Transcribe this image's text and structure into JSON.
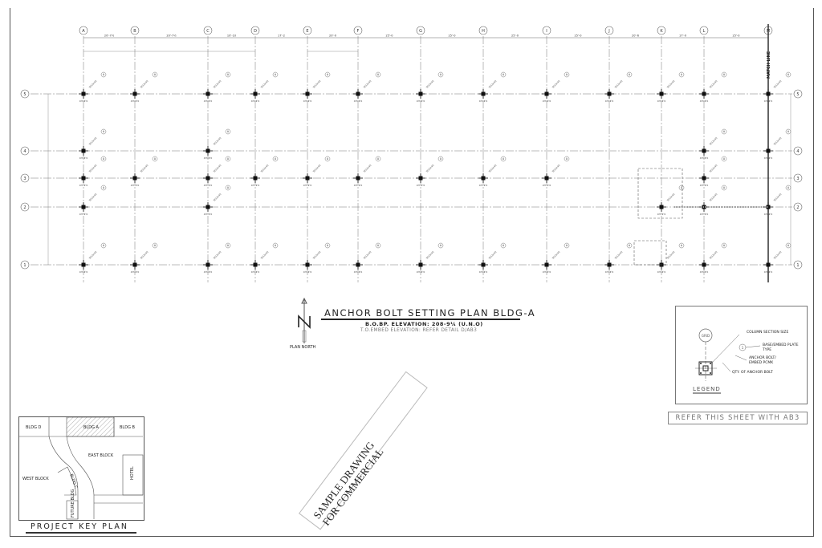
{
  "drawing": {
    "title": "ANCHOR BOLT SETTING PLAN BLDG-A",
    "bop_elevation": "B.O.BP. ELEVATION: 208-9¼ (U.N.O)",
    "embed_elevation": "T.O.EMBED ELEVATION: REFER DETAIL D/AB3",
    "north_label": "PLAN NORTH",
    "north_letter": "N",
    "match_line": "MATCH LINE",
    "refer_note": "REFER THIS SHEET WITH AB3",
    "watermark": [
      "SAMPLE DRAWING",
      "FOR COMMERCIAL"
    ]
  },
  "grid": {
    "columns": [
      "A",
      "B",
      "C",
      "D",
      "E",
      "F",
      "G",
      "H",
      "I",
      "J",
      "K",
      "L",
      "M"
    ],
    "rows": [
      "5",
      "4",
      "3",
      "2",
      "1"
    ],
    "column_spacings": [
      "20'-7½",
      "20'-7½",
      "10'-10",
      "17'-2",
      "20'-0",
      "25'-0",
      "25'-0",
      "25'-0",
      "25'-0",
      "20'-6",
      "17'-0",
      "25'-0"
    ],
    "bolt_label": "4½ 4½",
    "plate_type": "A",
    "column_marks": [
      [
        "A",
        "5"
      ],
      [
        "B",
        "5"
      ],
      [
        "C",
        "5"
      ],
      [
        "D",
        "5"
      ],
      [
        "E",
        "5"
      ],
      [
        "F",
        "5"
      ],
      [
        "G",
        "5"
      ],
      [
        "H",
        "5"
      ],
      [
        "I",
        "5"
      ],
      [
        "J",
        "5"
      ],
      [
        "K",
        "5"
      ],
      [
        "L",
        "5"
      ],
      [
        "M",
        "5"
      ],
      [
        "A",
        "4"
      ],
      [
        "C",
        "4"
      ],
      [
        "L",
        "4"
      ],
      [
        "M",
        "4"
      ],
      [
        "A",
        "3"
      ],
      [
        "B",
        "3"
      ],
      [
        "C",
        "3"
      ],
      [
        "D",
        "3"
      ],
      [
        "E",
        "3"
      ],
      [
        "F",
        "3"
      ],
      [
        "G",
        "3"
      ],
      [
        "H",
        "3"
      ],
      [
        "I",
        "3"
      ],
      [
        "L",
        "3"
      ],
      [
        "A",
        "2"
      ],
      [
        "C",
        "2"
      ],
      [
        "K",
        "2"
      ],
      [
        "L",
        "2"
      ],
      [
        "M",
        "2"
      ],
      [
        "A",
        "1"
      ],
      [
        "B",
        "1"
      ],
      [
        "C",
        "1"
      ],
      [
        "D",
        "1"
      ],
      [
        "E",
        "1"
      ],
      [
        "F",
        "1"
      ],
      [
        "G",
        "1"
      ],
      [
        "H",
        "1"
      ],
      [
        "I",
        "1"
      ],
      [
        "J",
        "1"
      ],
      [
        "K",
        "1"
      ],
      [
        "L",
        "1"
      ],
      [
        "M",
        "1"
      ]
    ]
  },
  "legend": {
    "title": "LEGEND",
    "grid_label": "GRID",
    "plate_marker": "1",
    "items": [
      "COLUMN SECTION SIZE",
      "BASE/EMBED PLATE TYPE",
      "ANCHOR BOLT/ EMBED PCMK",
      "QTY. OF ANCHOR BOLT"
    ]
  },
  "key_plan": {
    "title": "PROJECT KEY PLAN",
    "labels": [
      "BLDG D",
      "BLDG A",
      "BLDG B",
      "EAST BLOCK",
      "WEST BLOCK",
      "BLDG C",
      "HOTEL",
      "FUTURE BLDG"
    ]
  }
}
